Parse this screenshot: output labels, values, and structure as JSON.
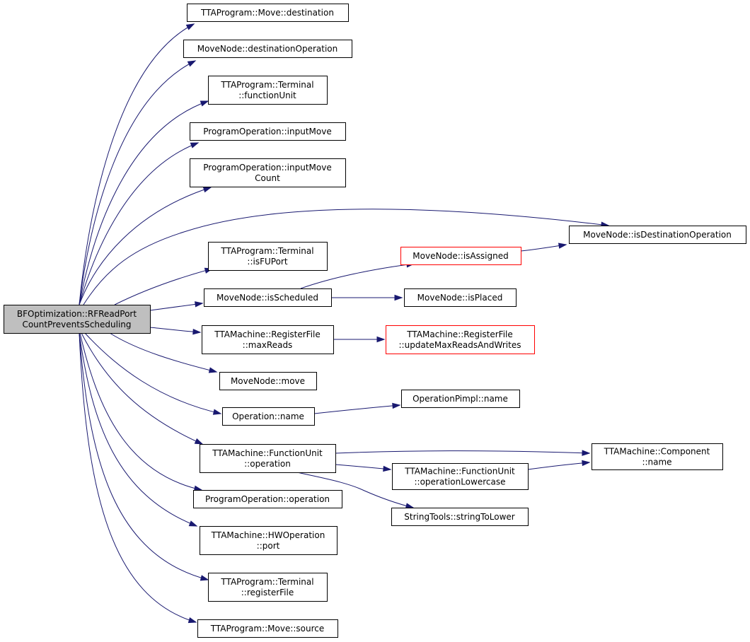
{
  "graph": {
    "colors": {
      "edge": "#191970",
      "node_border": "#000000",
      "node_fill": "#ffffff",
      "root_fill": "#bfbfbf",
      "truncated_border": "#ff0000"
    },
    "nodes": [
      {
        "id": "root",
        "lines": [
          "BFOptimization::RFReadPort",
          "CountPreventsScheduling"
        ],
        "style": "root"
      },
      {
        "id": "move_destination",
        "lines": [
          "TTAProgram::Move::destination"
        ],
        "style": "normal"
      },
      {
        "id": "movenode_destinationOperation",
        "lines": [
          "MoveNode::destinationOperation"
        ],
        "style": "normal"
      },
      {
        "id": "terminal_functionUnit",
        "lines": [
          "TTAProgram::Terminal",
          "::functionUnit"
        ],
        "style": "normal"
      },
      {
        "id": "programoperation_inputMove",
        "lines": [
          "ProgramOperation::inputMove"
        ],
        "style": "normal"
      },
      {
        "id": "programoperation_inputMoveCount",
        "lines": [
          "ProgramOperation::inputMove",
          "Count"
        ],
        "style": "normal"
      },
      {
        "id": "movenode_isDestinationOperation",
        "lines": [
          "MoveNode::isDestinationOperation"
        ],
        "style": "normal"
      },
      {
        "id": "terminal_isFUPort",
        "lines": [
          "TTAProgram::Terminal",
          "::isFUPort"
        ],
        "style": "normal"
      },
      {
        "id": "movenode_isAssigned",
        "lines": [
          "MoveNode::isAssigned"
        ],
        "style": "truncated"
      },
      {
        "id": "movenode_isScheduled",
        "lines": [
          "MoveNode::isScheduled"
        ],
        "style": "normal"
      },
      {
        "id": "movenode_isPlaced",
        "lines": [
          "MoveNode::isPlaced"
        ],
        "style": "normal"
      },
      {
        "id": "registerfile_maxReads",
        "lines": [
          "TTAMachine::RegisterFile",
          "::maxReads"
        ],
        "style": "normal"
      },
      {
        "id": "registerfile_updateMaxReadsAndWrites",
        "lines": [
          "TTAMachine::RegisterFile",
          "::updateMaxReadsAndWrites"
        ],
        "style": "truncated"
      },
      {
        "id": "movenode_move",
        "lines": [
          "MoveNode::move"
        ],
        "style": "normal"
      },
      {
        "id": "operationpimpl_name",
        "lines": [
          "OperationPimpl::name"
        ],
        "style": "normal"
      },
      {
        "id": "operation_name",
        "lines": [
          "Operation::name"
        ],
        "style": "normal"
      },
      {
        "id": "component_name",
        "lines": [
          "TTAMachine::Component",
          "::name"
        ],
        "style": "normal"
      },
      {
        "id": "functionunit_operation",
        "lines": [
          "TTAMachine::FunctionUnit",
          "::operation"
        ],
        "style": "normal"
      },
      {
        "id": "functionunit_operationLowercase",
        "lines": [
          "TTAMachine::FunctionUnit",
          "::operationLowercase"
        ],
        "style": "normal"
      },
      {
        "id": "programoperation_operation",
        "lines": [
          "ProgramOperation::operation"
        ],
        "style": "normal"
      },
      {
        "id": "stringtools_stringToLower",
        "lines": [
          "StringTools::stringToLower"
        ],
        "style": "normal"
      },
      {
        "id": "hwoperation_port",
        "lines": [
          "TTAMachine::HWOperation",
          "::port"
        ],
        "style": "normal"
      },
      {
        "id": "terminal_registerFile",
        "lines": [
          "TTAProgram::Terminal",
          "::registerFile"
        ],
        "style": "normal"
      },
      {
        "id": "move_source",
        "lines": [
          "TTAProgram::Move::source"
        ],
        "style": "normal"
      }
    ],
    "edges": [
      {
        "from": "root",
        "to": "move_destination"
      },
      {
        "from": "root",
        "to": "movenode_destinationOperation"
      },
      {
        "from": "root",
        "to": "terminal_functionUnit"
      },
      {
        "from": "root",
        "to": "programoperation_inputMove"
      },
      {
        "from": "root",
        "to": "programoperation_inputMoveCount"
      },
      {
        "from": "root",
        "to": "movenode_isDestinationOperation"
      },
      {
        "from": "root",
        "to": "terminal_isFUPort"
      },
      {
        "from": "root",
        "to": "movenode_isScheduled"
      },
      {
        "from": "root",
        "to": "registerfile_maxReads"
      },
      {
        "from": "root",
        "to": "movenode_move"
      },
      {
        "from": "root",
        "to": "operation_name"
      },
      {
        "from": "root",
        "to": "functionunit_operation"
      },
      {
        "from": "root",
        "to": "programoperation_operation"
      },
      {
        "from": "root",
        "to": "hwoperation_port"
      },
      {
        "from": "root",
        "to": "terminal_registerFile"
      },
      {
        "from": "root",
        "to": "move_source"
      },
      {
        "from": "movenode_isAssigned",
        "to": "movenode_isDestinationOperation"
      },
      {
        "from": "movenode_isScheduled",
        "to": "movenode_isAssigned"
      },
      {
        "from": "movenode_isScheduled",
        "to": "movenode_isPlaced"
      },
      {
        "from": "registerfile_maxReads",
        "to": "registerfile_updateMaxReadsAndWrites"
      },
      {
        "from": "operation_name",
        "to": "operationpimpl_name"
      },
      {
        "from": "functionunit_operation",
        "to": "component_name"
      },
      {
        "from": "functionunit_operation",
        "to": "functionunit_operationLowercase"
      },
      {
        "from": "functionunit_operation",
        "to": "stringtools_stringToLower"
      },
      {
        "from": "functionunit_operationLowercase",
        "to": "component_name"
      }
    ]
  }
}
